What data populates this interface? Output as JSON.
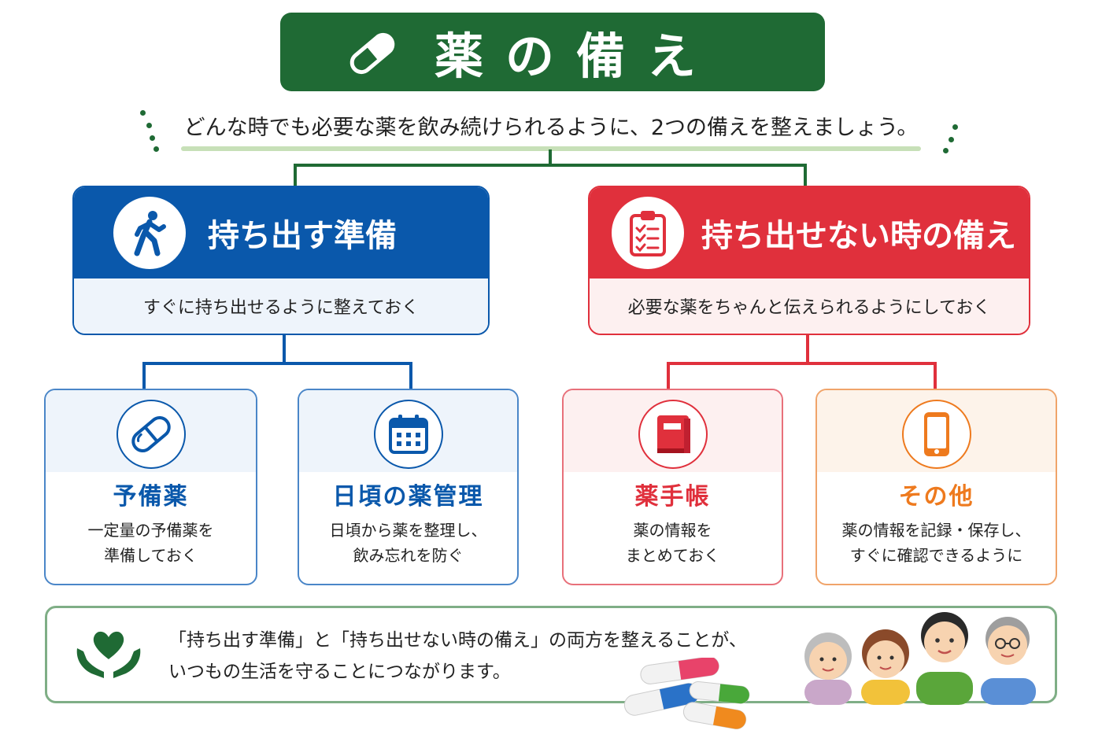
{
  "header": {
    "title": "薬の備え",
    "subtitle": "どんな時でも必要な薬を飲み続けられるように、2つの備えを整えましょう。",
    "icon": "capsule-icon"
  },
  "categories": [
    {
      "title": "持ち出す準備",
      "description": "すぐに持ち出せるように整えておく",
      "icon": "walking-person-icon",
      "color": "#0a58ab",
      "items": [
        {
          "title": "予備薬",
          "line1": "一定量の予備薬を",
          "line2": "準備しておく",
          "icon": "capsule-icon"
        },
        {
          "title": "日頃の薬管理",
          "line1": "日頃から薬を整理し、",
          "line2": "飲み忘れを防ぐ",
          "icon": "calendar-icon"
        }
      ]
    },
    {
      "title": "持ち出せない時の備え",
      "description": "必要な薬をちゃんと伝えられるようにしておく",
      "icon": "clipboard-checklist-icon",
      "color": "#e0303c",
      "items": [
        {
          "title": "薬手帳",
          "line1": "薬の情報を",
          "line2": "まとめておく",
          "icon": "notebook-icon",
          "color": "#e0303c"
        },
        {
          "title": "その他",
          "line1": "薬の情報を記録・保存し、",
          "line2": "すぐに確認できるように",
          "icon": "smartphone-icon",
          "color": "#ee7a1e"
        }
      ]
    }
  ],
  "footer": {
    "line1": "「持ち出す準備」と「持ち出せない時の備え」の両方を整えることが、",
    "line2": "いつもの生活を守ることにつながります。",
    "icon": "heart-hands-icon",
    "illustrations": [
      "capsules-illustration",
      "family-illustration"
    ]
  },
  "colors": {
    "green": "#1f6a34",
    "blue": "#0a58ab",
    "red": "#e0303c",
    "orange": "#ee7a1e"
  }
}
